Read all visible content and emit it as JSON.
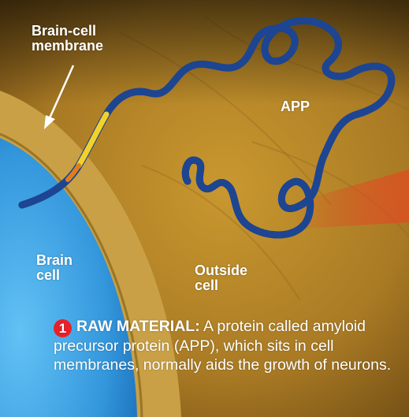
{
  "labels": {
    "membrane_line1": "Brain-cell",
    "membrane_line2": "membrane",
    "app": "APP",
    "brain_line1": "Brain",
    "brain_line2": "cell",
    "outside_line1": "Outside",
    "outside_line2": "cell"
  },
  "caption": {
    "step_number": "1",
    "title": "RAW MATERIAL:",
    "text": " A protein called amyloid precursor protein (APP), which sits in cell membranes, normally aids the growth of neurons."
  },
  "colors": {
    "background": "#b88a2e",
    "brain_cell": "#3b9fe0",
    "membrane": "#c9a045",
    "protein": "#2a5fb8",
    "protein_highlight": "#5fd0ff",
    "protein_segment": "#f2d22a",
    "badge": "#e8202a"
  }
}
